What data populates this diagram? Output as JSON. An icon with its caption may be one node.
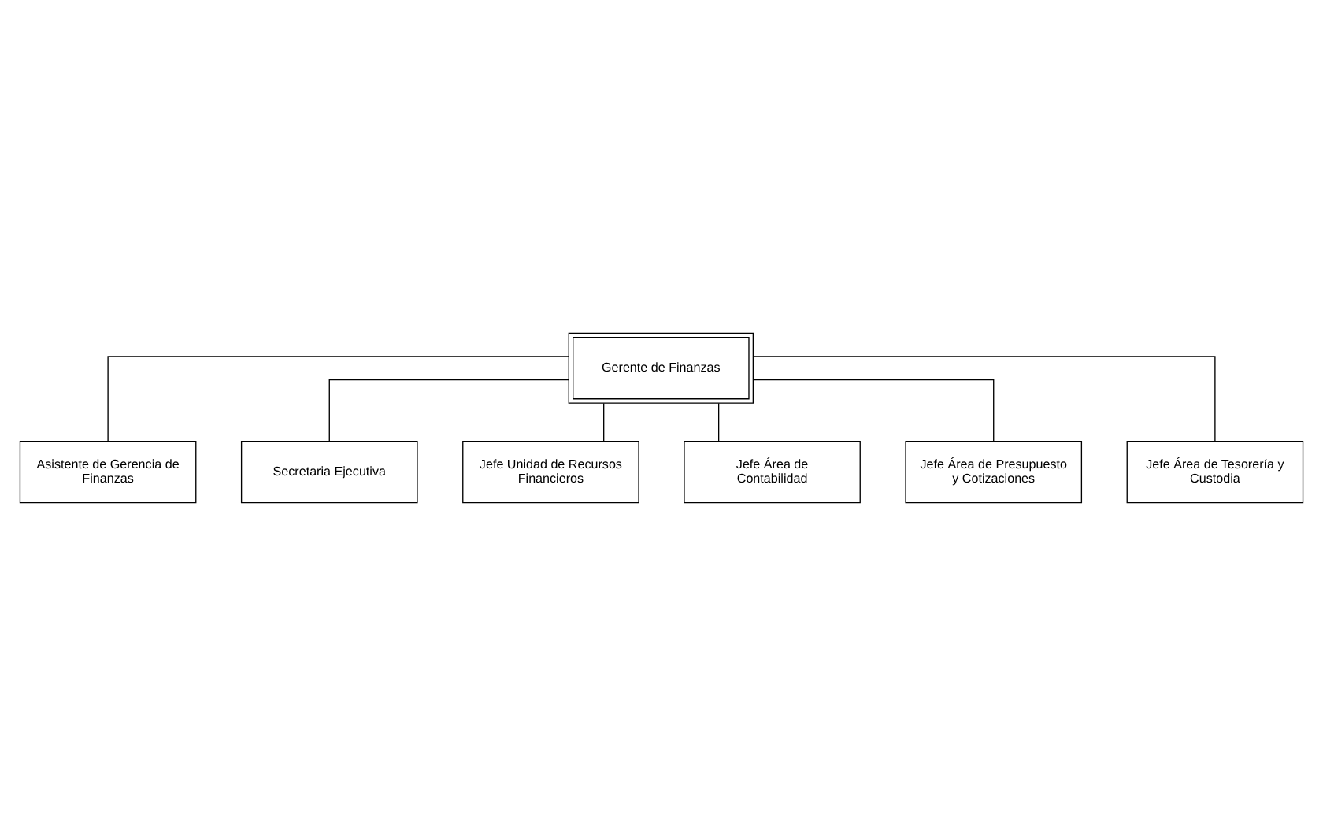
{
  "diagram": {
    "nodes": [
      {
        "text": [
          "Gerente de Finanzas"
        ]
      },
      {
        "text": [
          "Asistente de Gerencia de Finanzas"
        ]
      },
      {
        "text": [
          "Secretaria Ejecutiva"
        ]
      },
      {
        "text": [
          "Jefe Unidad de Recursos Financieros"
        ]
      },
      {
        "text": [
          "Jefe Área de Contabilidad"
        ]
      },
      {
        "text": [
          "Jefe Área de Presupuesto y Cotizaciones"
        ]
      },
      {
        "text": [
          "Jefe Área de Tesorería y Custodia"
        ]
      }
    ],
    "edges": [
      {
        "from": 0,
        "to": 1,
        "arrow": "none"
      },
      {
        "from": 0,
        "to": 2,
        "arrow": "none"
      },
      {
        "from": 0,
        "to": 3,
        "arrow": "none"
      },
      {
        "from": 0,
        "to": 4,
        "arrow": "none"
      },
      {
        "from": 0,
        "to": 5,
        "arrow": "none"
      },
      {
        "from": 0,
        "to": 6,
        "arrow": "none"
      }
    ]
  }
}
